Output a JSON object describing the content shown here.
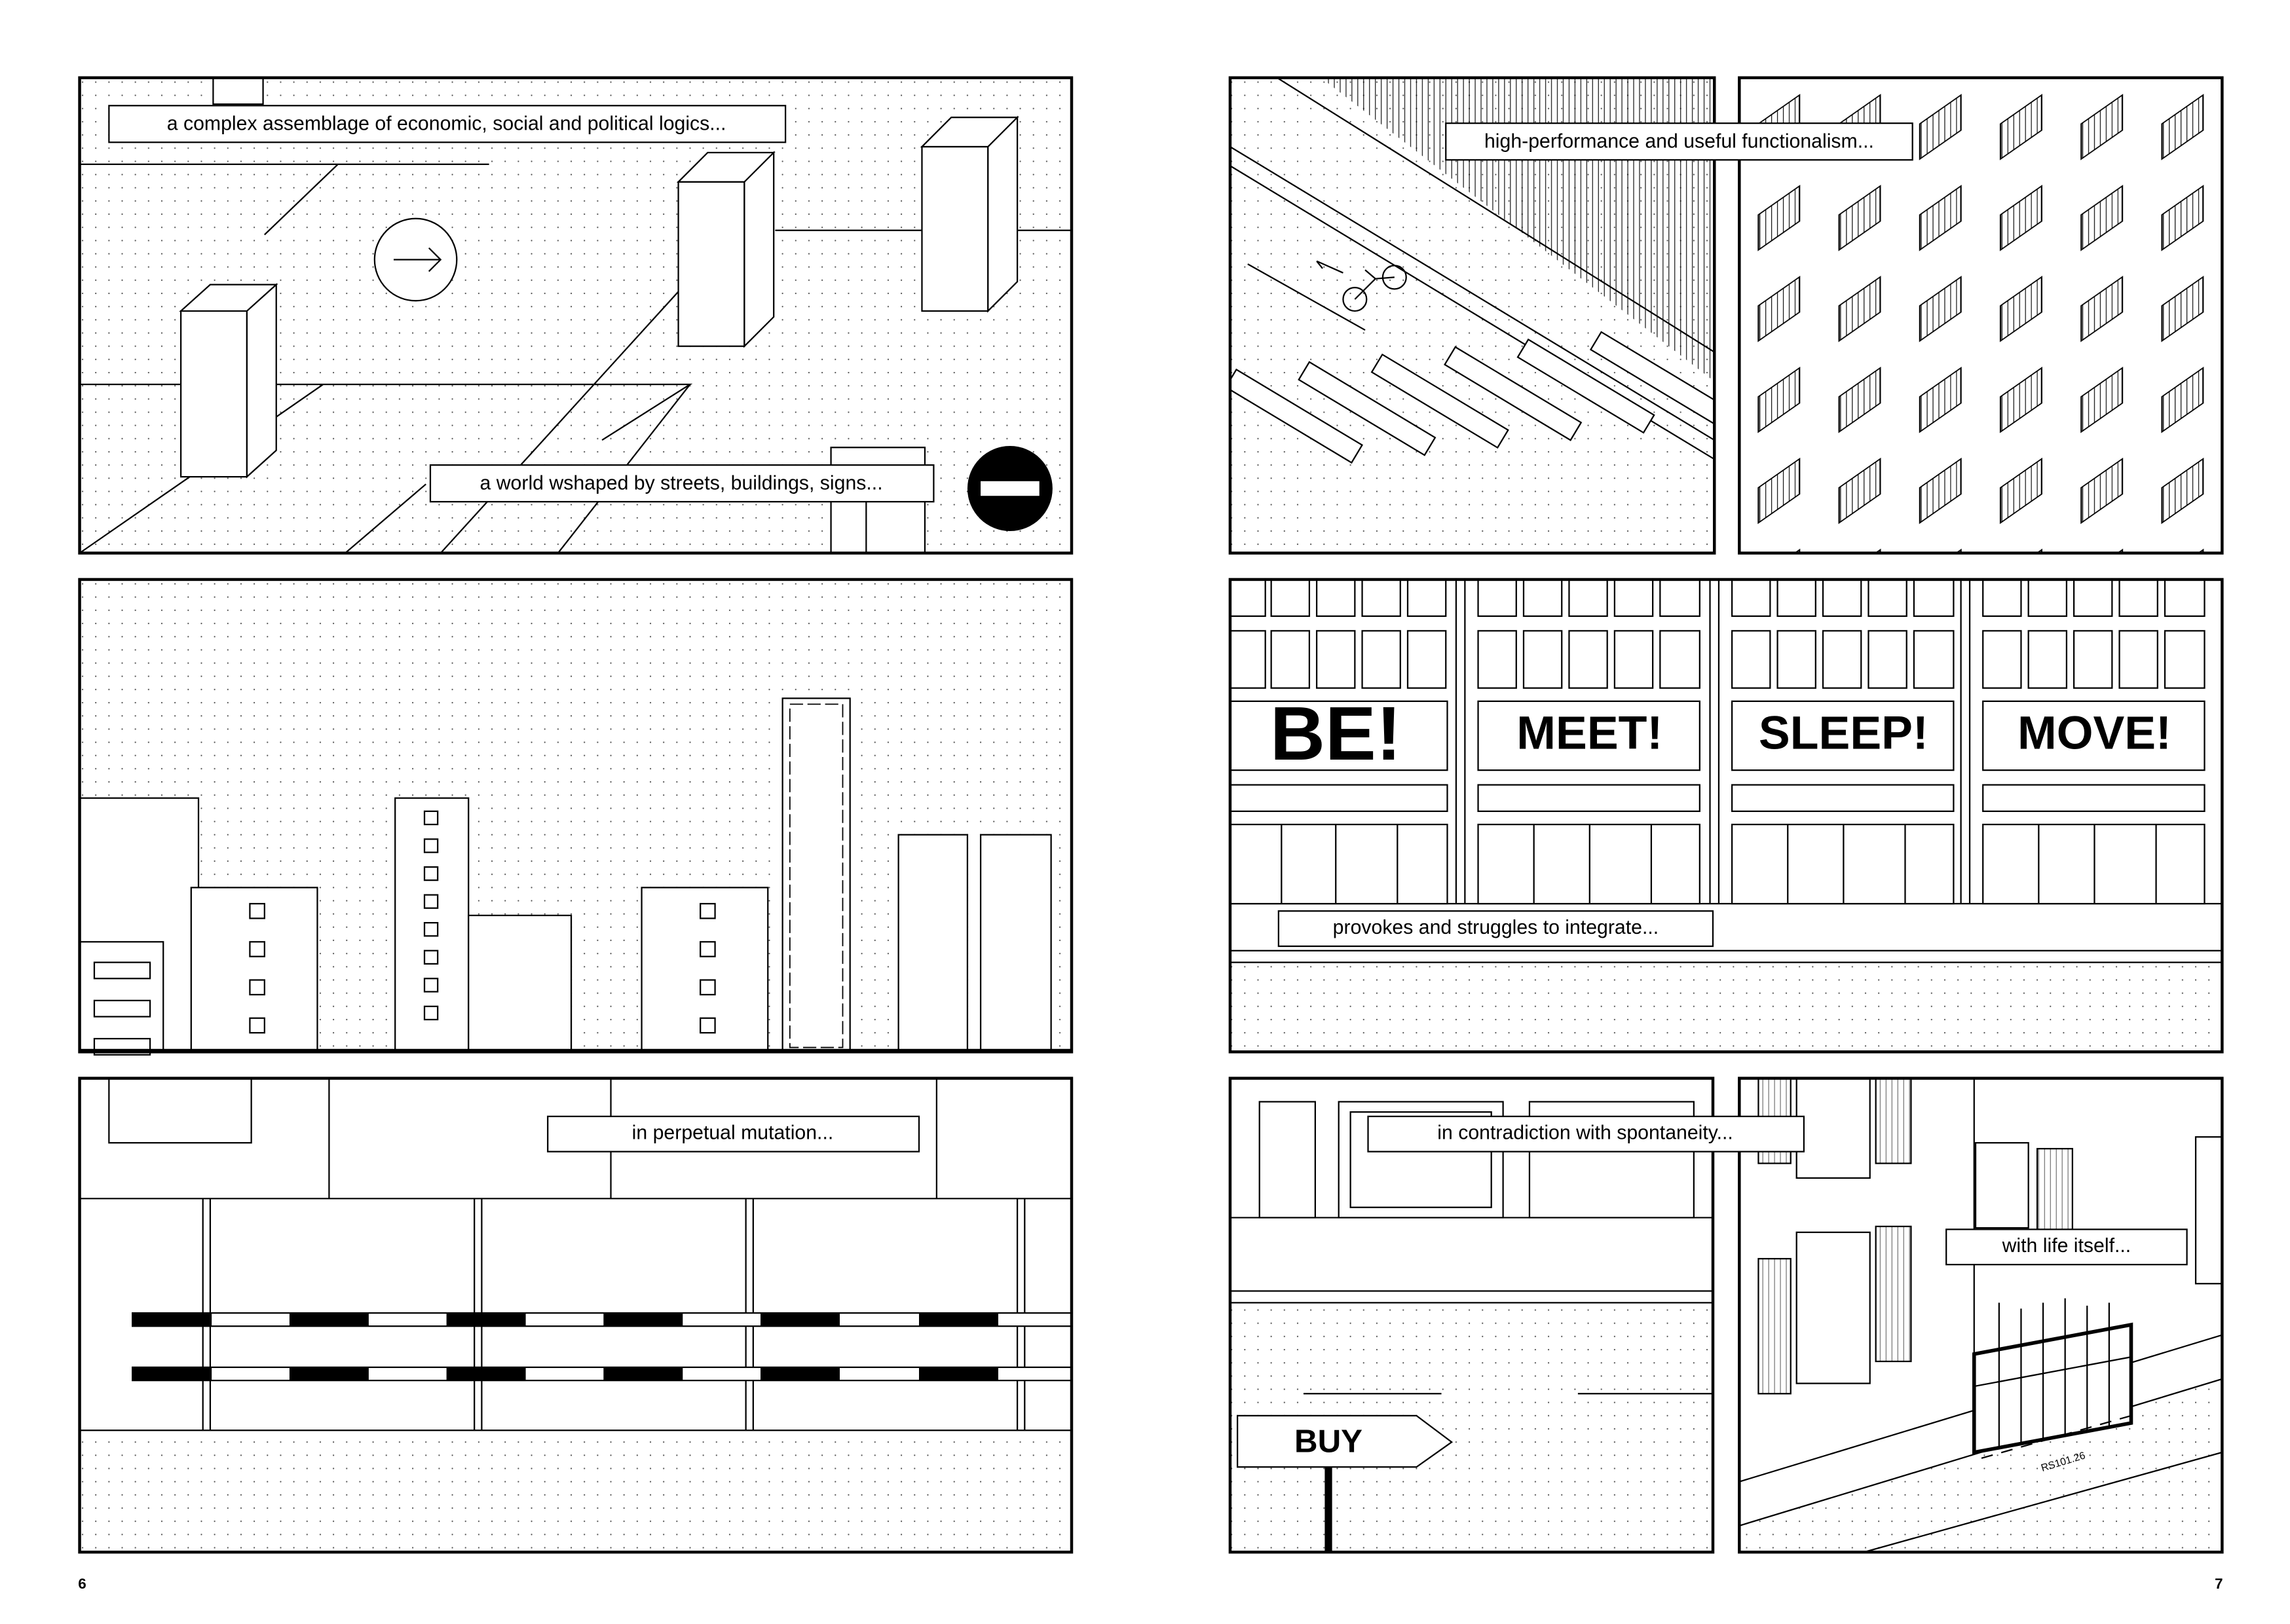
{
  "pages": {
    "left_number": "6",
    "right_number": "7"
  },
  "captions": {
    "c1": "a complex assemblage of economic, social and political logics...",
    "c2": "a world wshaped by streets, buildings, signs...",
    "c3": "high-performance and useful functionalism...",
    "c4": "provokes and struggles to integrate...",
    "c5": "in perpetual mutation...",
    "c6": "in contradiction with spontaneity...",
    "c7": "with life itself..."
  },
  "signs": {
    "be": "BE!",
    "meet": "MEET!",
    "sleep": "SLEEP!",
    "move": "MOVE!",
    "buy": "BUY",
    "street_code": "RS101.26"
  },
  "icons": {
    "arrow": "arrow-right-circle-icon",
    "no_entry": "no-entry-sign-icon",
    "bicycle": "bicycle-icon"
  }
}
